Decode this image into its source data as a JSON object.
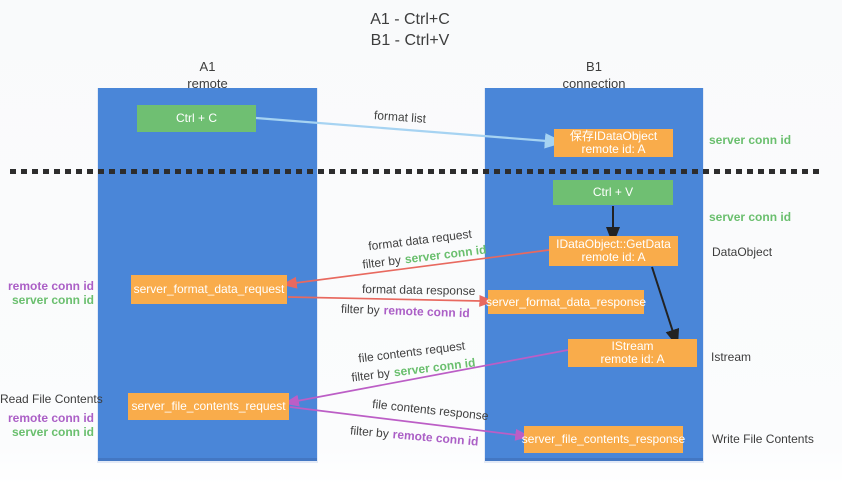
{
  "title": {
    "line1": "A1 - Ctrl+C",
    "line2": "B1 - Ctrl+V"
  },
  "lanes": {
    "left": {
      "name": "A1",
      "role": "remote"
    },
    "right": {
      "name": "B1",
      "role": "connection"
    }
  },
  "nodes": {
    "ctrl_c": "Ctrl + C",
    "ctrl_v": "Ctrl + V",
    "save_dataobject": {
      "line1": "保存IDataObject",
      "line2": "remote id: A"
    },
    "getdata": {
      "line1": "IDataObject::GetData",
      "line2": "remote id: A"
    },
    "istream": {
      "line1": "IStream",
      "line2": "remote id: A"
    },
    "format_request": "server_format_data_request",
    "format_response": "server_format_data_response",
    "file_request": "server_file_contents_request",
    "file_response": "server_file_contents_response"
  },
  "edge_labels": {
    "format_list": "format list",
    "format_data_request": "format data request",
    "format_data_response": "format data response",
    "file_contents_request": "file contents request",
    "file_contents_response": "file contents response",
    "filter_by": "filter by",
    "server_conn_id": "server conn id",
    "remote_conn_id": "remote conn id"
  },
  "side_labels": {
    "server_conn_top": "server conn id",
    "server_conn_mid": "server conn id",
    "dataobject": "DataObject",
    "istream": "Istream",
    "write_file_contents": "Write File Contents",
    "read_file_contents": "Read File Contents",
    "remote_conn_left1": "remote conn id",
    "server_conn_left1": "server conn id",
    "remote_conn_left2": "remote conn id",
    "server_conn_left2": "server conn id"
  },
  "colors": {
    "lane_blue": "#4a86d8",
    "node_green": "#6fbf72",
    "node_orange": "#f9ac4b",
    "arrow_red": "#e8695f",
    "arrow_magenta": "#bc5ec6",
    "arrow_lightblue": "#a6d3f2",
    "arrow_black": "#222222",
    "text_green": "#6abf6e",
    "text_purple": "#ab5fc6",
    "text_dark": "#3d3d3d"
  }
}
